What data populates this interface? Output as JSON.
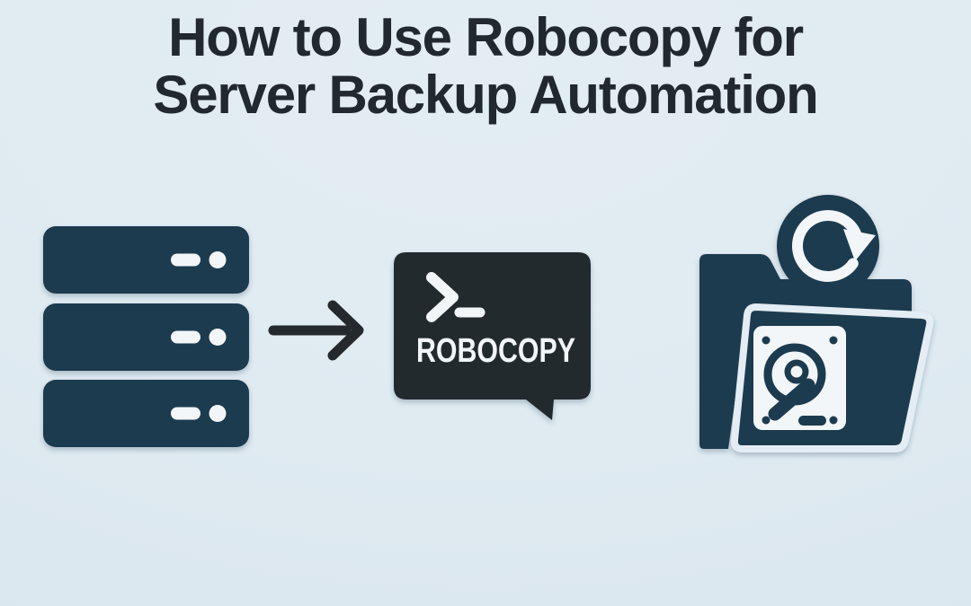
{
  "title": {
    "line1": "How to Use Robocopy for",
    "line2": "Server Backup Automation"
  },
  "flow": {
    "source": {
      "icon": "server-stack-icon"
    },
    "connector": {
      "icon": "arrow-right-icon"
    },
    "process": {
      "icon": "terminal-speech-bubble-icon",
      "prompt_icon": "terminal-prompt-icon",
      "label": "ROBOCOPY"
    },
    "destination": {
      "icon": "backup-folder-icon",
      "badge_icon": "sync-refresh-icon",
      "content_icon": "hard-drive-icon"
    }
  },
  "colors": {
    "bg": "#e3edf3",
    "navy": "#1e3a50",
    "charcoal": "#24292d",
    "ink": "#212830",
    "white": "#f2f6f8"
  }
}
